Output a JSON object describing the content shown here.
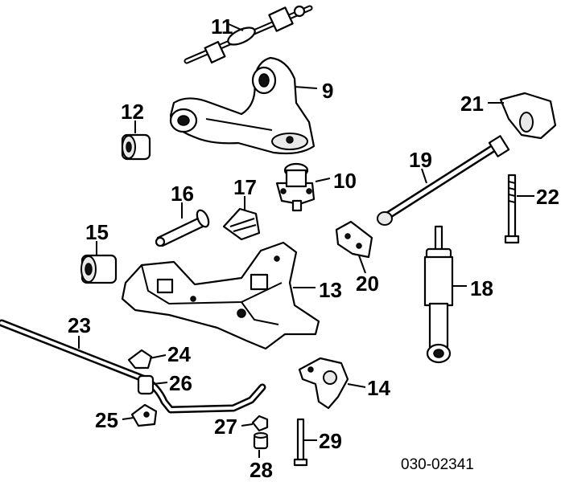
{
  "diagram": {
    "labels": {
      "p9": "9",
      "p10": "10",
      "p11": "11",
      "p12": "12",
      "p13": "13",
      "p14": "14",
      "p15": "15",
      "p16": "16",
      "p17": "17",
      "p18": "18",
      "p19": "19",
      "p20": "20",
      "p21": "21",
      "p22": "22",
      "p23": "23",
      "p24": "24",
      "p25": "25",
      "p26": "26",
      "p27": "27",
      "p28": "28",
      "p29": "29"
    },
    "diagram_code": "030-02341"
  }
}
